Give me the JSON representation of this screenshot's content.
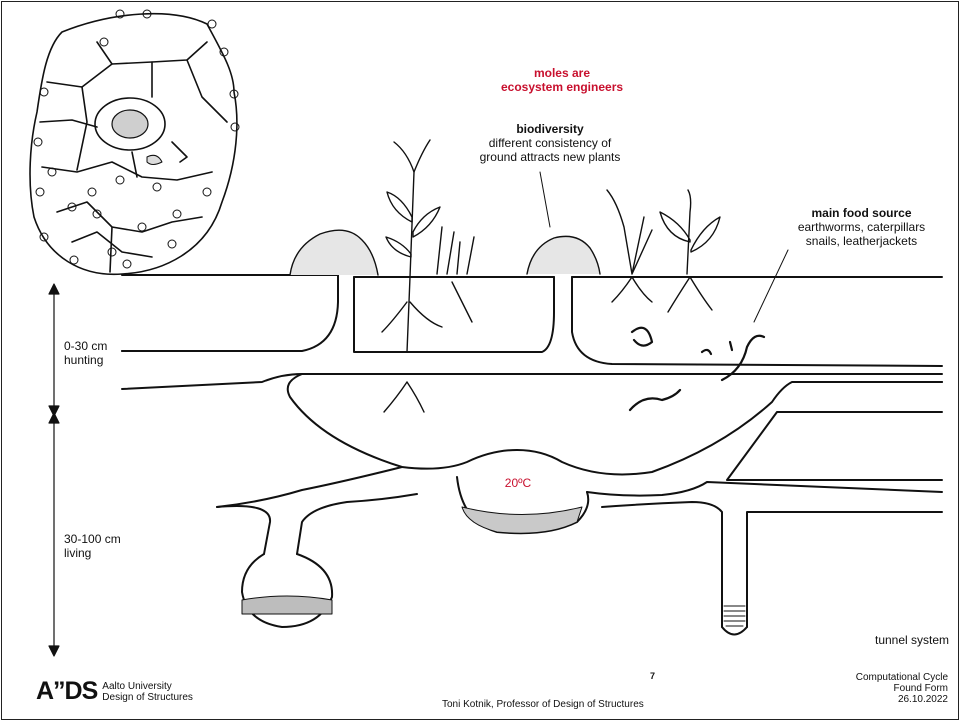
{
  "headline": {
    "line1": "moles are",
    "line2": "ecosystem engineers",
    "color": "#c8102e"
  },
  "biodiversity": {
    "title": "biodiversity",
    "line1": "different consistency of",
    "line2": "ground attracts new plants"
  },
  "food": {
    "title": "main food source",
    "line1": "earthworms, caterpillars",
    "line2": "snails, leatherjackets"
  },
  "chamber_temp": "20ºC",
  "depth": {
    "hunting_range": "0-30 cm",
    "hunting_label": "hunting",
    "living_range": "30-100 cm",
    "living_label": "living"
  },
  "tunnel_label": "tunnel system",
  "page_number": "7",
  "footer": {
    "logo_mark": "A”DS",
    "logo_line1": "Aalto University",
    "logo_line2": "Design of Structures",
    "author": "Toni Kotnik, Professor of Design of Structures",
    "course_line1": "Computational Cycle",
    "course_line2": "Found Form",
    "date": "26.10.2022"
  }
}
